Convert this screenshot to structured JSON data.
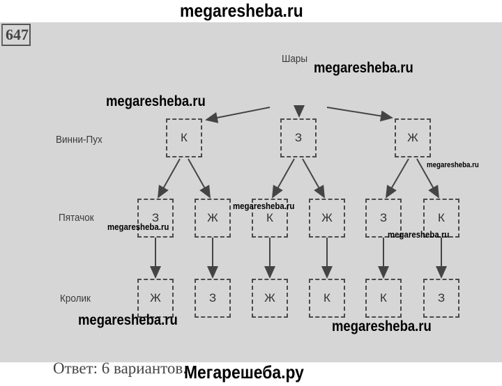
{
  "watermarks": {
    "top": "megaresheba.ru",
    "bottom": "Мегарешеба.ру",
    "inline": "megaresheba.ru"
  },
  "problem_number": "647",
  "root": "Шары",
  "rows": {
    "row1": "Винни-Пух",
    "row2": "Пятачок",
    "row3": "Кролик"
  },
  "level1": [
    "К",
    "З",
    "Ж"
  ],
  "level2": [
    "З",
    "Ж",
    "К",
    "Ж",
    "З",
    "К"
  ],
  "level3": [
    "Ж",
    "З",
    "Ж",
    "К",
    "К",
    "З"
  ],
  "answer": "Ответ: 6 вариантов."
}
